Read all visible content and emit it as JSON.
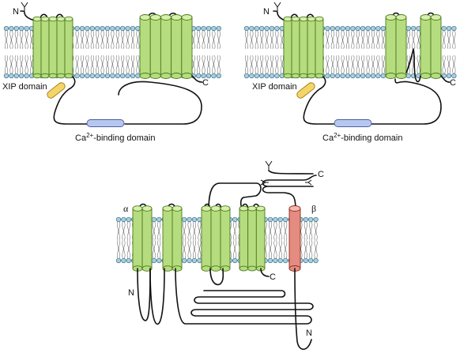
{
  "panel_top_left": {
    "n_terminus": "N",
    "c_terminus": "C",
    "xip_label": "XIP domain",
    "ca_label_prefix": "Ca",
    "ca_label_sup": "2+",
    "ca_label_suffix": "-binding domain"
  },
  "panel_top_right": {
    "n_terminus": "N",
    "c_terminus": "C",
    "xip_label": "XIP domain",
    "ca_label_prefix": "Ca",
    "ca_label_sup": "2+",
    "ca_label_suffix": "-binding domain"
  },
  "panel_bottom": {
    "alpha_label": "α",
    "beta_label": "β",
    "alpha_n_terminus": "N",
    "alpha_c_terminus": "C",
    "beta_n_terminus": "N",
    "beta_c_terminus": "C"
  },
  "colors": {
    "helix_green": "#b5dc7e",
    "helix_red": "#e58c80",
    "xip_yellow": "#f5d56a",
    "ca_binding_blue": "#b6c7ef",
    "lipid_head": "#a9cfe0"
  }
}
